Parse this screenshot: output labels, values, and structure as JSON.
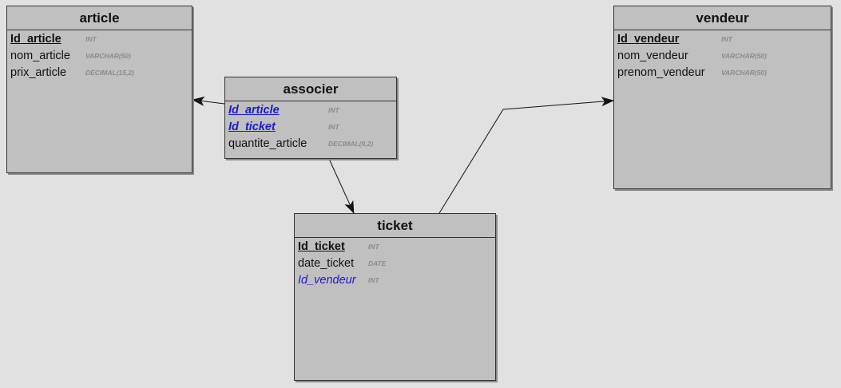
{
  "entities": {
    "article": {
      "title": "article",
      "fields": [
        {
          "name": "Id_article",
          "type": "INT"
        },
        {
          "name": "nom_article",
          "type": "VARCHAR(50)"
        },
        {
          "name": "prix_article",
          "type": "DECIMAL(15,2)"
        }
      ]
    },
    "associer": {
      "title": "associer",
      "fields": [
        {
          "name": "Id_article",
          "type": "INT"
        },
        {
          "name": "Id_ticket",
          "type": "INT"
        },
        {
          "name": "quantite_article",
          "type": "DECIMAL(9,2)"
        }
      ]
    },
    "vendeur": {
      "title": "vendeur",
      "fields": [
        {
          "name": "Id_vendeur",
          "type": "INT"
        },
        {
          "name": "nom_vendeur",
          "type": "VARCHAR(50)"
        },
        {
          "name": "prenom_vendeur",
          "type": "VARCHAR(50)"
        }
      ]
    },
    "ticket": {
      "title": "ticket",
      "fields": [
        {
          "name": "Id_ticket",
          "type": "INT"
        },
        {
          "name": "date_ticket",
          "type": "DATE"
        },
        {
          "name": "Id_vendeur",
          "type": "INT"
        }
      ]
    }
  },
  "colors": {
    "background": "#e1e1e1",
    "entity_fill": "#c0c0c0",
    "foreign_key": "#1a1ad0",
    "type_text": "#8a8a8a"
  }
}
